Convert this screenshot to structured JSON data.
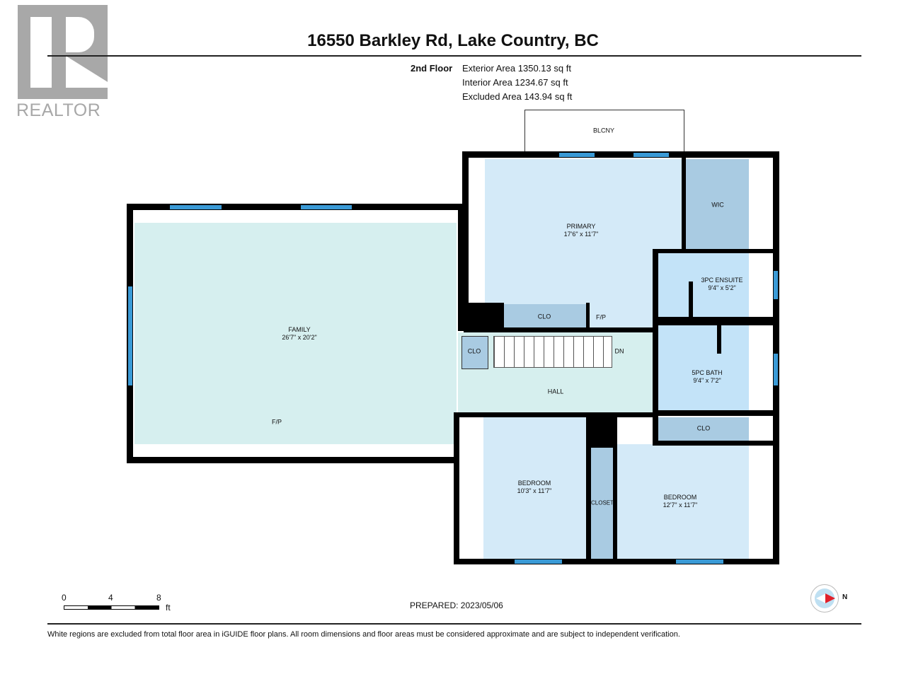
{
  "logo": {
    "text": "REALTOR"
  },
  "title": "16550 Barkley Rd, Lake Country, BC",
  "info": {
    "floor": "2nd Floor",
    "exterior": "Exterior Area 1350.13 sq ft",
    "interior": "Interior Area 1234.67 sq ft",
    "excluded": "Excluded Area 143.94 sq ft"
  },
  "rooms": {
    "balcony": "BLCNY",
    "primary": {
      "name": "PRIMARY",
      "dims": "17'6\" x 11'7\""
    },
    "wic": "WIC",
    "ensuite": {
      "name": "3PC ENSUITE",
      "dims": "9'4\" x 5'2\""
    },
    "bath": {
      "name": "5PC BATH",
      "dims": "9'4\" x 7'2\""
    },
    "clo_bath": "CLO",
    "family": {
      "name": "FAMILY",
      "dims": "26'7\" x 20'2\""
    },
    "family_fp": "F/P",
    "primary_fp": "F/P",
    "clo_primary": "CLO",
    "clo_hall": "CLO",
    "stairs": "DN",
    "hall": "HALL",
    "bedroom1": {
      "name": "BEDROOM",
      "dims": "10'3\" x 11'7\""
    },
    "closet": "CLOSET",
    "bedroom2": {
      "name": "BEDROOM",
      "dims": "12'7\" x 11'7\""
    }
  },
  "scale": {
    "t0": "0",
    "t4": "4",
    "t8": "8",
    "unit": "ft"
  },
  "prepared": "PREPARED: 2023/05/06",
  "compass": "N",
  "disclaimer": "White regions are excluded from total floor area in iGUIDE floor plans. All room dimensions and floor areas must be considered approximate and are subject to independent verification."
}
